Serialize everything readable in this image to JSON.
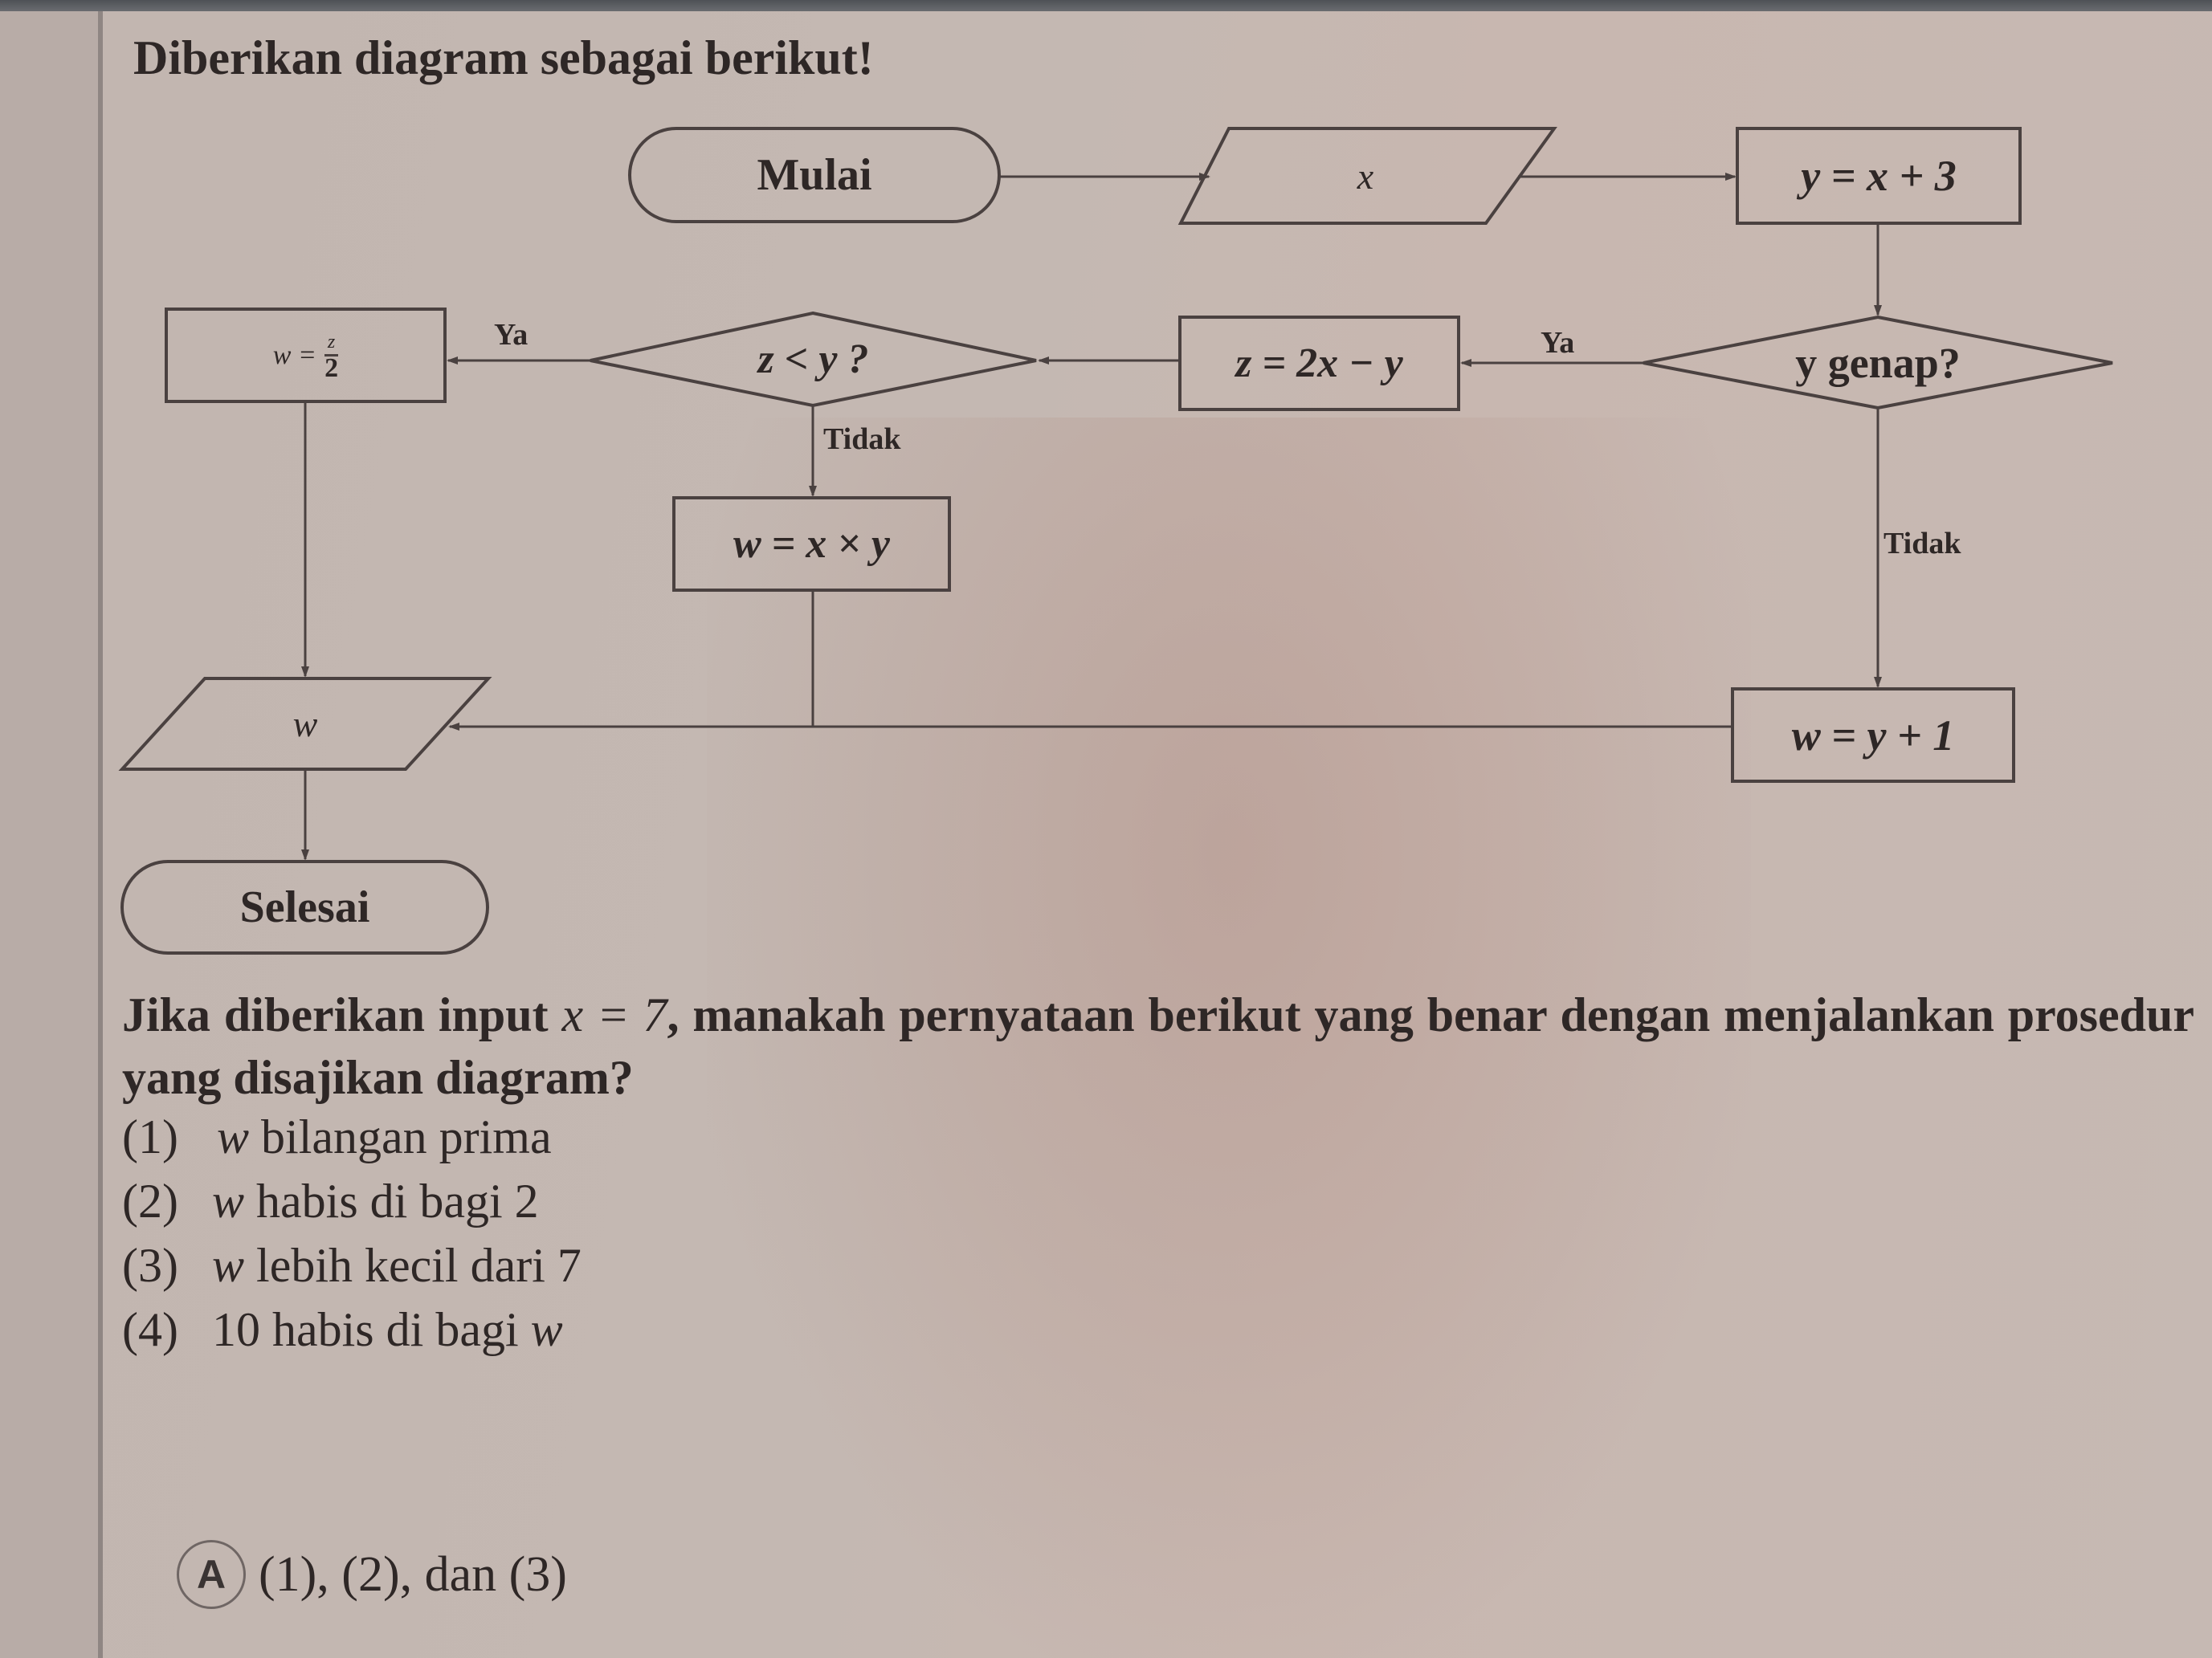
{
  "question": {
    "title": "Diberikan diagram sebagai berikut!",
    "prompt_lead": "Jika diberikan input ",
    "prompt_var": "x = 7",
    "prompt_rest": ", manakah pernyataan berikut yang benar dengan menjalankan prosedur yang disajikan diagram?",
    "statements": [
      {
        "num": "(1)",
        "var": "w",
        "text": " bilangan prima"
      },
      {
        "num": "(2)",
        "var": "w",
        "text": " habis di bagi 2"
      },
      {
        "num": "(3)",
        "var": "w",
        "text": " lebih kecil dari 7"
      },
      {
        "num": "(4)",
        "var": "",
        "text": "10 habis di bagi ",
        "trail_var": "w"
      }
    ],
    "answer": {
      "letter": "A",
      "text": "(1), (2), dan (3)"
    }
  },
  "flowchart": {
    "start": "Mulai",
    "input": "x",
    "process_y": "y = x + 3",
    "decision_even": "y genap?",
    "process_z": "z = 2x − y",
    "decision_zy": "z < y ?",
    "process_w_half_lhs": "w =",
    "process_w_half_num": "z",
    "process_w_half_den": "2",
    "process_w_mul": "w = x × y",
    "process_w_plus": "w = y + 1",
    "output": "w",
    "end": "Selesai",
    "labels": {
      "yes_1": "Ya",
      "yes_2": "Ya",
      "no_1": "Tidak",
      "no_2": "Tidak"
    }
  }
}
